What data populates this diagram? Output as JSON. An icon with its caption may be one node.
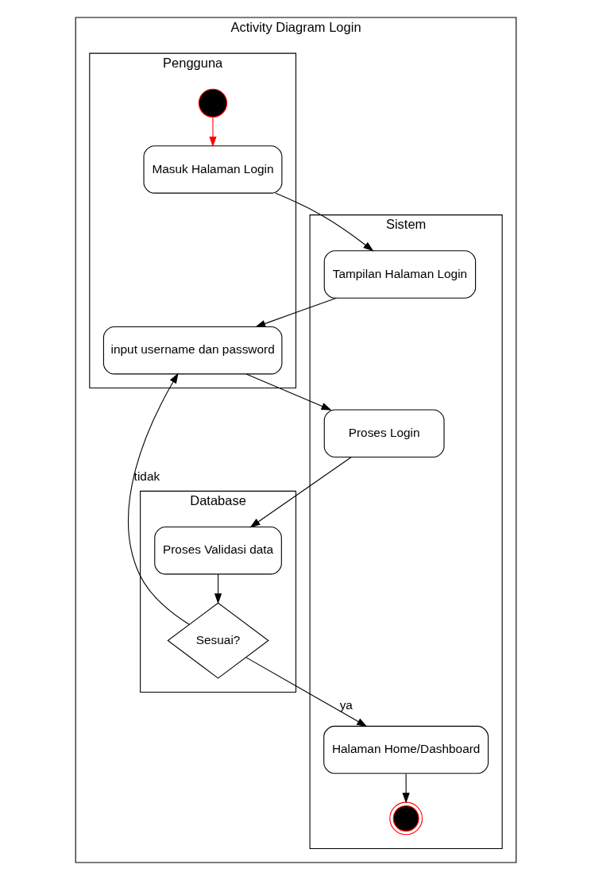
{
  "diagram": {
    "nodes": [
      {
        "text": [
          "Activity Diagram Login"
        ]
      },
      {
        "text": [
          "Pengguna"
        ],
        "in": 0
      },
      {
        "text": [
          "Sistem"
        ],
        "in": 0
      },
      {
        "text": [
          "Database"
        ],
        "in": 0
      },
      {
        "text": [],
        "shape": "circle",
        "in": 1
      },
      {
        "text": [
          "Masuk Halaman Login"
        ],
        "in": 1
      },
      {
        "text": [
          "Tampilan Halaman Login"
        ],
        "in": 2
      },
      {
        "text": [
          "input username dan password"
        ],
        "in": 1
      },
      {
        "text": [
          "Proses Login"
        ],
        "in": 2
      },
      {
        "text": [
          "Proses Validasi data"
        ],
        "in": 3
      },
      {
        "text": [
          "Sesuai?"
        ],
        "in": 3
      },
      {
        "text": [
          "Halaman Home/Dashboard"
        ],
        "in": 2
      },
      {
        "text": [],
        "shape": "bullseye",
        "in": 2
      }
    ],
    "edges": [
      {
        "from": 4,
        "to": 5,
        "arrow": "to",
        "color": "#ff0000"
      },
      {
        "from": 5,
        "to": 6,
        "arrow": "to"
      },
      {
        "from": 6,
        "to": 7,
        "arrow": "to"
      },
      {
        "from": 7,
        "to": 8,
        "arrow": "to"
      },
      {
        "from": 8,
        "to": 9,
        "arrow": "to"
      },
      {
        "from": 9,
        "to": 10,
        "arrow": "to"
      },
      {
        "from": 10,
        "to": 7,
        "arrow": "to",
        "label": "tidak"
      },
      {
        "from": 10,
        "to": 11,
        "arrow": "to",
        "label": "ya"
      },
      {
        "from": 11,
        "to": 12,
        "arrow": "to"
      }
    ]
  }
}
